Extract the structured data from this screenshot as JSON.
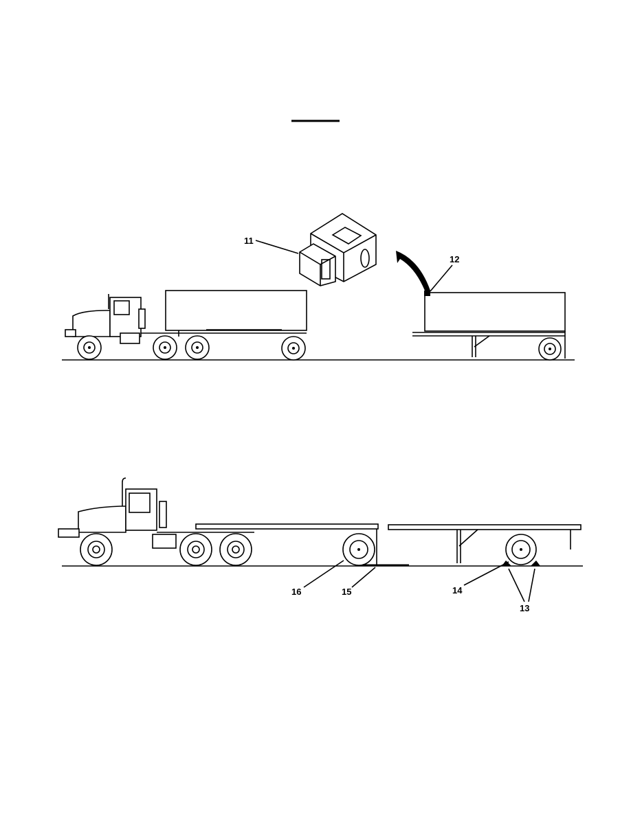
{
  "figure": {
    "callouts": {
      "c11": "11",
      "c12": "12",
      "c13": "13",
      "c14": "14",
      "c15": "15",
      "c16": "16"
    }
  }
}
